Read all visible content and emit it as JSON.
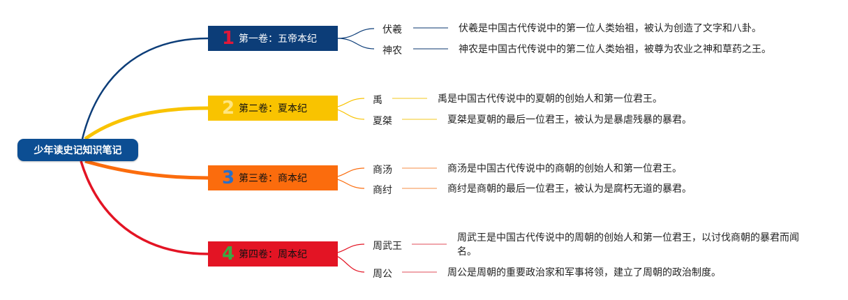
{
  "root": {
    "title": "少年读史记知识笔记"
  },
  "colors": {
    "volume1": "#0c3d78",
    "volume2": "#f9c300",
    "volume3": "#fb6c0d",
    "volume4": "#e31424"
  },
  "volumes": [
    {
      "number": "1",
      "title": "第一卷：五帝本纪",
      "figures": [
        {
          "name": "伏羲",
          "description": "伏羲是中国古代传说中的第一位人类始祖，被认为创造了文字和八卦。"
        },
        {
          "name": "神农",
          "description": "神农是中国古代传说中的第二位人类始祖，被尊为农业之神和草药之王。"
        }
      ]
    },
    {
      "number": "2",
      "title": "第二卷：夏本纪",
      "figures": [
        {
          "name": "禹",
          "description": "禹是中国古代传说中的夏朝的创始人和第一位君王。"
        },
        {
          "name": "夏桀",
          "description": "夏桀是夏朝的最后一位君王，被认为是暴虐残暴的暴君。"
        }
      ]
    },
    {
      "number": "3",
      "title": "第三卷：商本纪",
      "figures": [
        {
          "name": "商汤",
          "description": "商汤是中国古代传说中的商朝的创始人和第一位君王。"
        },
        {
          "name": "商纣",
          "description": "商纣是商朝的最后一位君王，被认为是腐朽无道的暴君。"
        }
      ]
    },
    {
      "number": "4",
      "title": "第四卷：周本纪",
      "figures": [
        {
          "name": "周武王",
          "description": "周武王是中国古代传说中的周朝的创始人和第一位君王，以讨伐商朝的暴君而闻名。"
        },
        {
          "name": "周公",
          "description": "周公是周朝的重要政治家和军事将领，建立了周朝的政治制度。"
        }
      ]
    }
  ]
}
